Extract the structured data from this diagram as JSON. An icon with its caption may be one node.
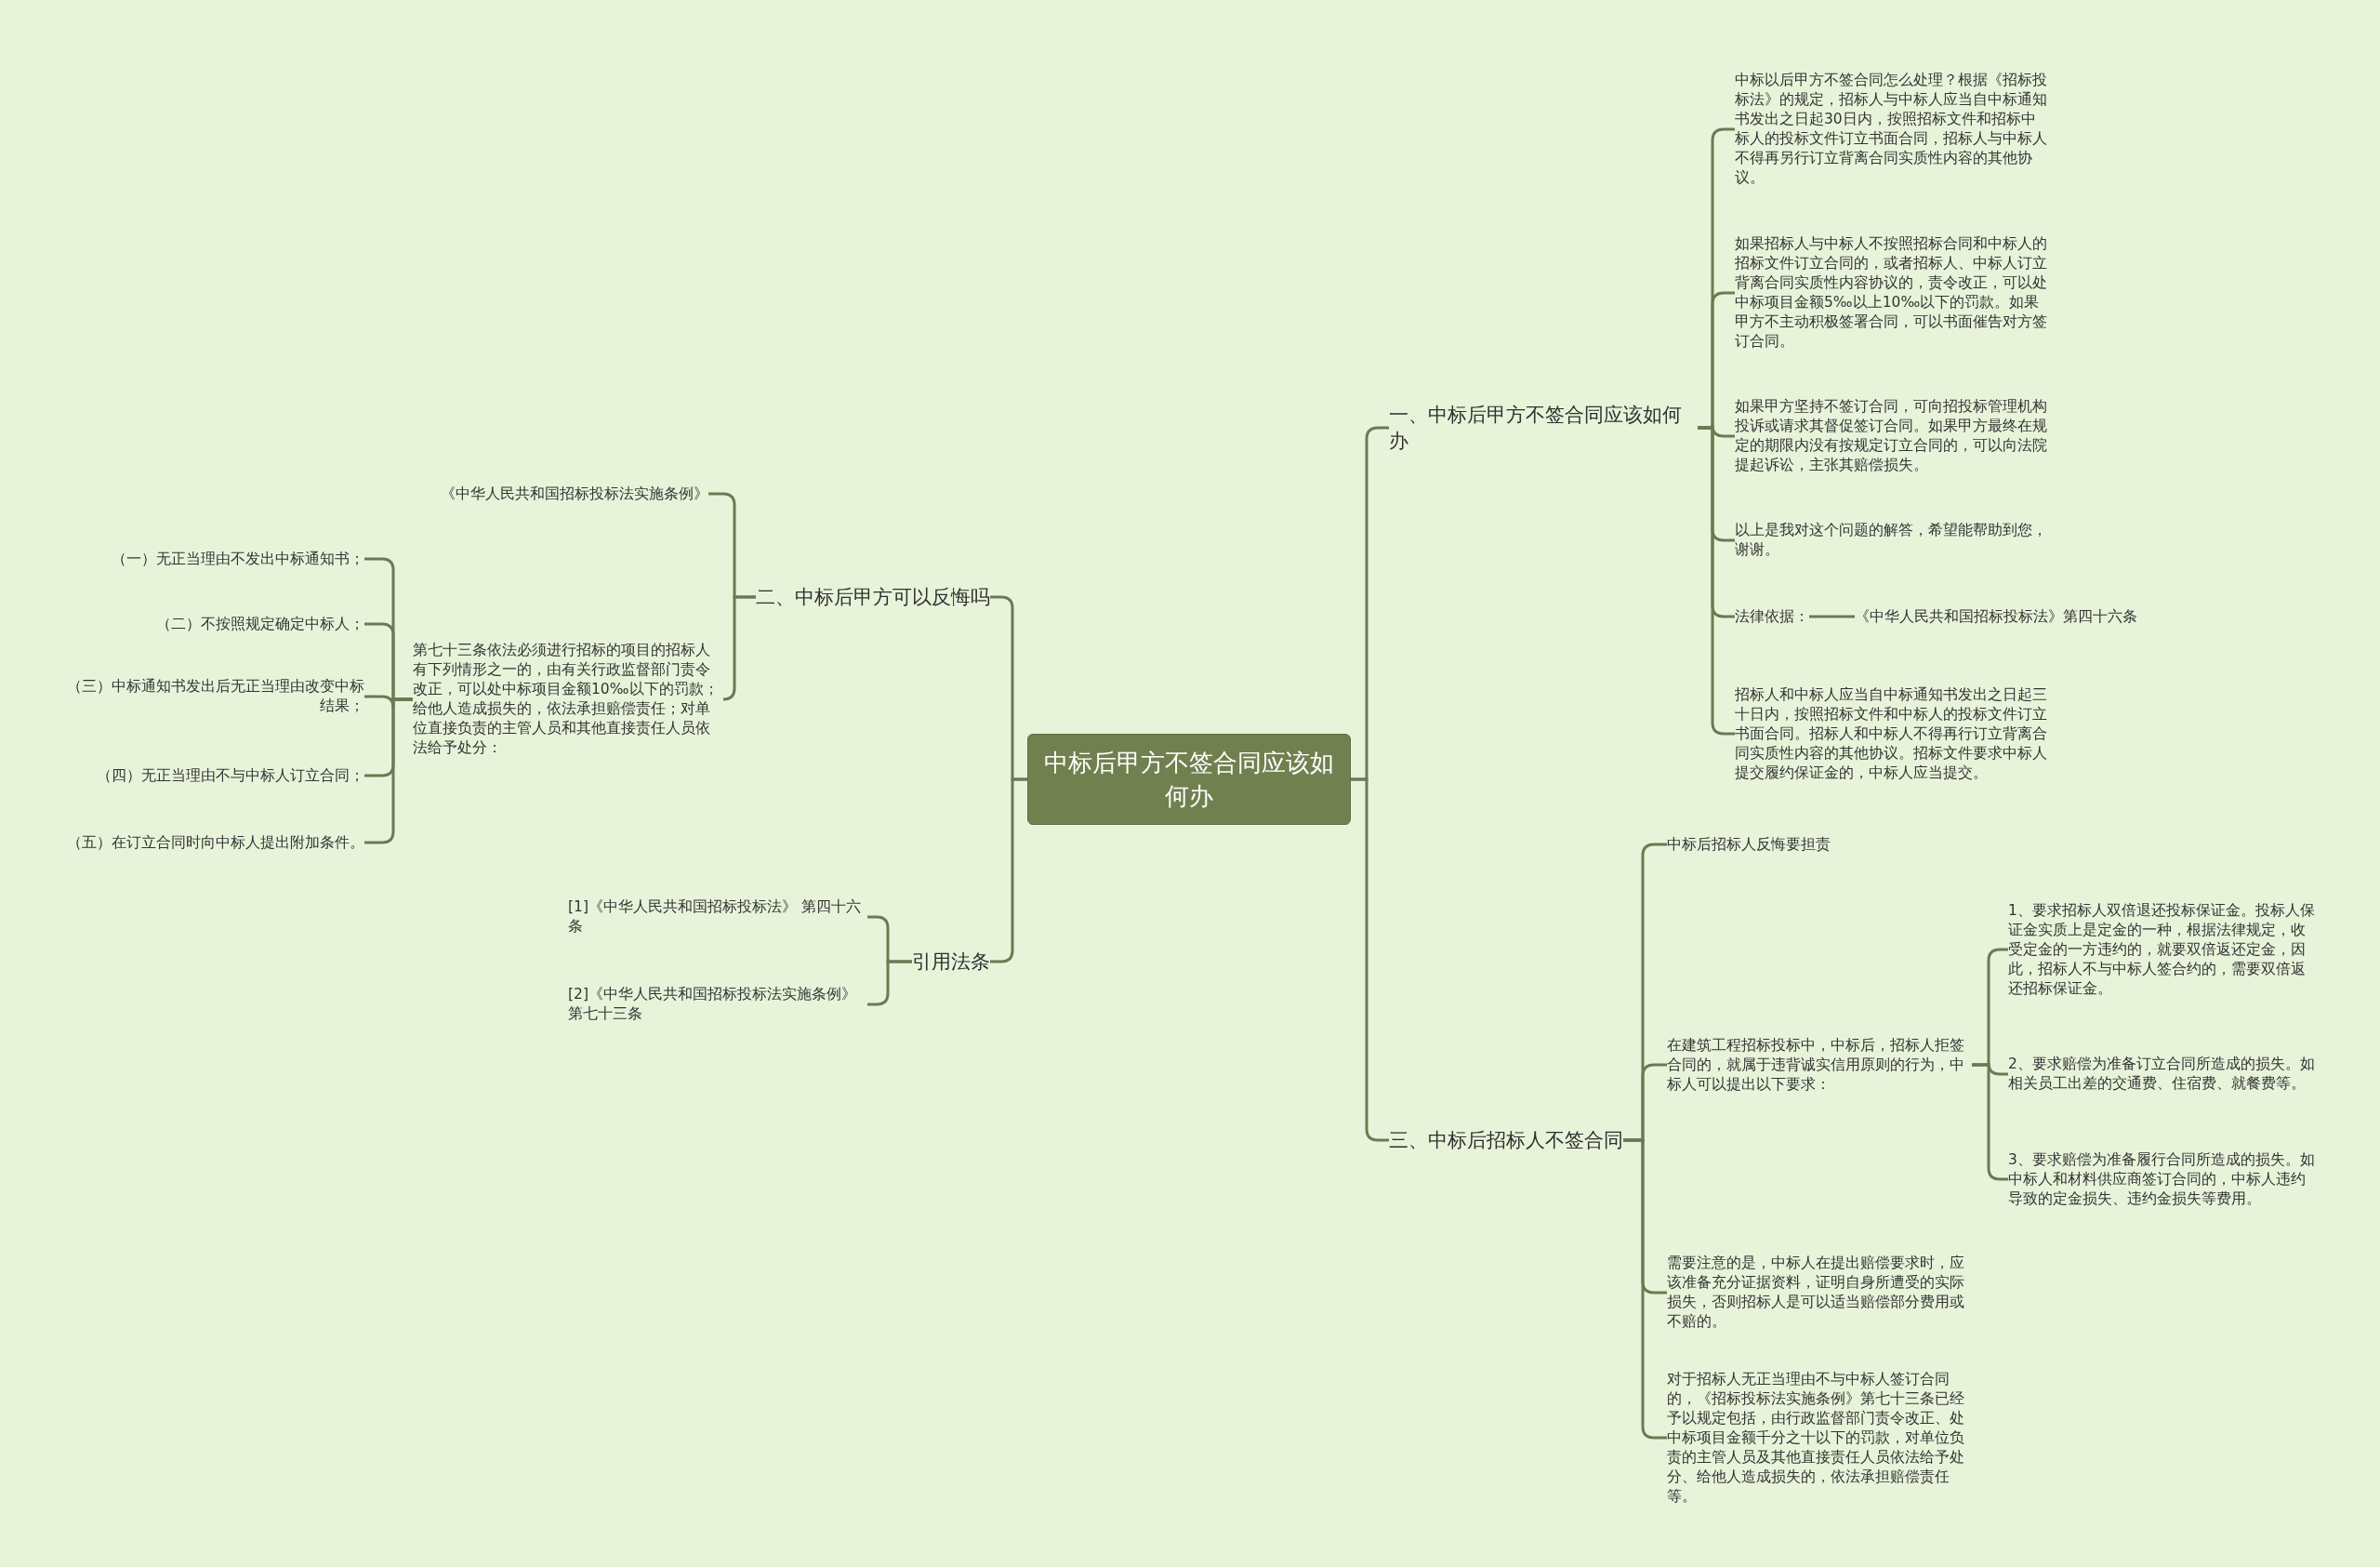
{
  "diagram": {
    "nodes": [
      {
        "text": [
          "中标后甲方不签合同应该如何办"
        ]
      },
      {
        "text": [
          "一、中标后甲方不签合同应该如何办"
        ]
      },
      {
        "text": [
          "中标以后甲方不签合同怎么处理？根据《招标投标法》的规定，招标人与中标人应当自中标通知书发出之日起30日内，按照招标文件和招标中标人的投标文件订立书面合同，招标人与中标人不得再另行订立背离合同实质性内容的其他协议。"
        ]
      },
      {
        "text": [
          "如果招标人与中标人不按照招标合同和中标人的招标文件订立合同的，或者招标人、中标人订立背离合同实质性内容协议的，责令改正，可以处中标项目金额5‰以上10‰以下的罚款。如果甲方不主动积极签署合同，可以书面催告对方签订合同。"
        ]
      },
      {
        "text": [
          "如果甲方坚持不签订合同，可向招投标管理机构投诉或请求其督促签订合同。如果甲方最终在规定的期限内没有按规定订立合同的，可以向法院提起诉讼，主张其赔偿损失。"
        ]
      },
      {
        "text": [
          "以上是我对这个问题的解答，希望能帮助到您，谢谢。"
        ]
      },
      {
        "text": [
          "法律依据："
        ]
      },
      {
        "text": [
          "《中华人民共和国招标投标法》第四十六条"
        ]
      },
      {
        "text": [
          "招标人和中标人应当自中标通知书发出之日起三十日内，按照招标文件和中标人的投标文件订立书面合同。招标人和中标人不得再行订立背离合同实质性内容的其他协议。招标文件要求中标人提交履约保证金的，中标人应当提交。"
        ]
      },
      {
        "text": [
          "二、中标后甲方可以反悔吗"
        ]
      },
      {
        "text": [
          "《中华人民共和国招标投标法实施条例》"
        ]
      },
      {
        "text": [
          "第七十三条依法必须进行招标的项目的招标人有下列情形之一的，由有关行政监督部门责令改正，可以处中标项目金额10‰以下的罚款；给他人造成损失的，依法承担赔偿责任；对单位直接负责的主管人员和其他直接责任人员依法给予处分："
        ]
      },
      {
        "text": [
          "（一）无正当理由不发出中标通知书；"
        ]
      },
      {
        "text": [
          "（二）不按照规定确定中标人；"
        ]
      },
      {
        "text": [
          "（三）中标通知书发出后无正当理由改变中标结果；"
        ]
      },
      {
        "text": [
          "（四）无正当理由不与中标人订立合同；"
        ]
      },
      {
        "text": [
          "（五）在订立合同时向中标人提出附加条件。"
        ]
      },
      {
        "text": [
          "引用法条"
        ]
      },
      {
        "text": [
          "[1]《中华人民共和国招标投标法》 第四十六条"
        ]
      },
      {
        "text": [
          "[2]《中华人民共和国招标投标法实施条例》第七十三条"
        ]
      },
      {
        "text": [
          "三、中标后招标人不签合同"
        ]
      },
      {
        "text": [
          "中标后招标人反悔要担责"
        ]
      },
      {
        "text": [
          "在建筑工程招标投标中，中标后，招标人拒签合同的，就属于违背诚实信用原则的行为，中标人可以提出以下要求："
        ]
      },
      {
        "text": [
          "1、要求招标人双倍退还投标保证金。投标人保证金实质上是定金的一种，根据法律规定，收受定金的一方违约的，就要双倍返还定金，因此，招标人不与中标人签合约的，需要双倍返还招标保证金。"
        ]
      },
      {
        "text": [
          "2、要求赔偿为准备订立合同所造成的损失。如相关员工出差的交通费、住宿费、就餐费等。"
        ]
      },
      {
        "text": [
          "3、要求赔偿为准备履行合同所造成的损失。如中标人和材料供应商签订合同的，中标人违约导致的定金损失、违约金损失等费用。"
        ]
      },
      {
        "text": [
          "需要注意的是，中标人在提出赔偿要求时，应该准备充分证据资料，证明自身所遭受的实际损失，否则招标人是可以适当赔偿部分费用或不赔的。"
        ]
      },
      {
        "text": [
          "对于招标人无正当理由不与中标人签订合同的，《招标投标法实施条例》第七十三条已经予以规定包括，由行政监督部门责令改正、处中标项目金额千分之十以下的罚款，对单位负责的主管人员及其他直接责任人员依法给予处分、给他人造成损失的，依法承担赔偿责任等。"
        ]
      }
    ],
    "edges": [
      {
        "from": 0,
        "to": 1,
        "arrow": "none"
      },
      {
        "from": 1,
        "to": 2,
        "arrow": "none"
      },
      {
        "from": 1,
        "to": 3,
        "arrow": "none"
      },
      {
        "from": 1,
        "to": 4,
        "arrow": "none"
      },
      {
        "from": 1,
        "to": 5,
        "arrow": "none"
      },
      {
        "from": 1,
        "to": 6,
        "arrow": "none"
      },
      {
        "from": 6,
        "to": 7,
        "arrow": "none"
      },
      {
        "from": 1,
        "to": 8,
        "arrow": "none"
      },
      {
        "from": 0,
        "to": 9,
        "arrow": "none"
      },
      {
        "from": 9,
        "to": 10,
        "arrow": "none"
      },
      {
        "from": 9,
        "to": 11,
        "arrow": "none"
      },
      {
        "from": 11,
        "to": 12,
        "arrow": "none"
      },
      {
        "from": 11,
        "to": 13,
        "arrow": "none"
      },
      {
        "from": 11,
        "to": 14,
        "arrow": "none"
      },
      {
        "from": 11,
        "to": 15,
        "arrow": "none"
      },
      {
        "from": 11,
        "to": 16,
        "arrow": "none"
      },
      {
        "from": 0,
        "to": 17,
        "arrow": "none"
      },
      {
        "from": 17,
        "to": 18,
        "arrow": "none"
      },
      {
        "from": 17,
        "to": 19,
        "arrow": "none"
      },
      {
        "from": 0,
        "to": 20,
        "arrow": "none"
      },
      {
        "from": 20,
        "to": 21,
        "arrow": "none"
      },
      {
        "from": 20,
        "to": 22,
        "arrow": "none"
      },
      {
        "from": 22,
        "to": 23,
        "arrow": "none"
      },
      {
        "from": 22,
        "to": 24,
        "arrow": "none"
      },
      {
        "from": 22,
        "to": 25,
        "arrow": "none"
      },
      {
        "from": 20,
        "to": 26,
        "arrow": "none"
      },
      {
        "from": 20,
        "to": 27,
        "arrow": "none"
      }
    ]
  }
}
